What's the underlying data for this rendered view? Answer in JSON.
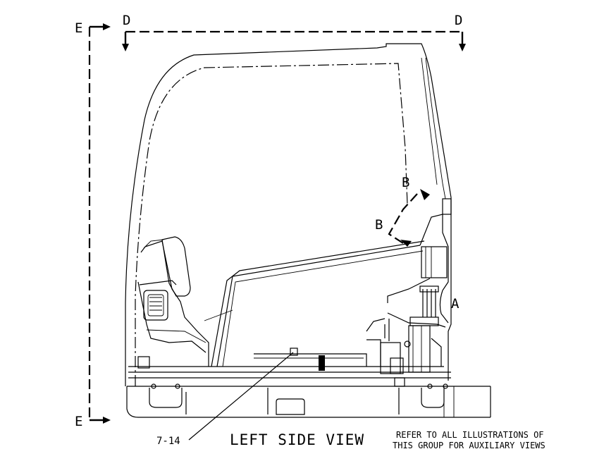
{
  "labels": {
    "section_e_top": "E",
    "section_e_bottom": "E",
    "section_d_left": "D",
    "section_d_right": "D",
    "view_b_upper": "B",
    "view_b_lower": "B",
    "view_a": "A",
    "callout_ref": "7-14"
  },
  "title": "LEFT SIDE VIEW",
  "note": {
    "line1": "REFER TO ALL ILLUSTRATIONS OF",
    "line2": "THIS GROUP FOR AUXILIARY VIEWS"
  }
}
